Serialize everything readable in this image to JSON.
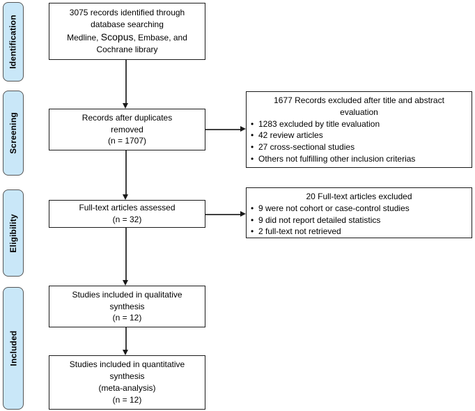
{
  "colors": {
    "stage_fill": "#c9e7f8",
    "stage_border": "#555555",
    "box_border": "#1a1a1a",
    "line": "#3f3f3f",
    "text": "#000000",
    "background": "#ffffff"
  },
  "bullet_char": "•",
  "sidebar": {
    "stages": [
      "Identification",
      "Screening",
      "Eligibility",
      "Included"
    ]
  },
  "main_boxes": {
    "identified": {
      "line1": "3075 records identified through",
      "line2": "database searching",
      "line3_pre": "Medline, ",
      "line3_scopus": "Scopus",
      "line3_post": ", Embase, and",
      "line4": "Cochrane library"
    },
    "duplicates_removed": {
      "lines": [
        "Records after duplicates",
        "removed",
        "(n = 1707)"
      ]
    },
    "fulltext_assessed": {
      "lines": [
        "Full-text articles assessed",
        "(n = 32)"
      ]
    },
    "qualitative": {
      "lines": [
        "Studies included in qualitative",
        "synthesis",
        "(n = 12)"
      ]
    },
    "quantitative": {
      "lines": [
        "Studies included in quantitative",
        "synthesis",
        "(meta-analysis)",
        "(n = 12)"
      ]
    }
  },
  "exclusion_boxes": {
    "title_abstract": {
      "title_line1": "1677 Records excluded after title and abstract",
      "title_line2": "evaluation",
      "bullets": [
        "1283 excluded by title evaluation",
        "42 review articles",
        "27 cross-sectional studies",
        "Others not fulfilling other inclusion criterias"
      ]
    },
    "fulltext_excluded": {
      "title_line1": "20 Full-text articles excluded",
      "bullets": [
        "9 were not cohort or case-control studies",
        "9 did not report detailed statistics",
        "2 full-text not retrieved"
      ]
    }
  }
}
